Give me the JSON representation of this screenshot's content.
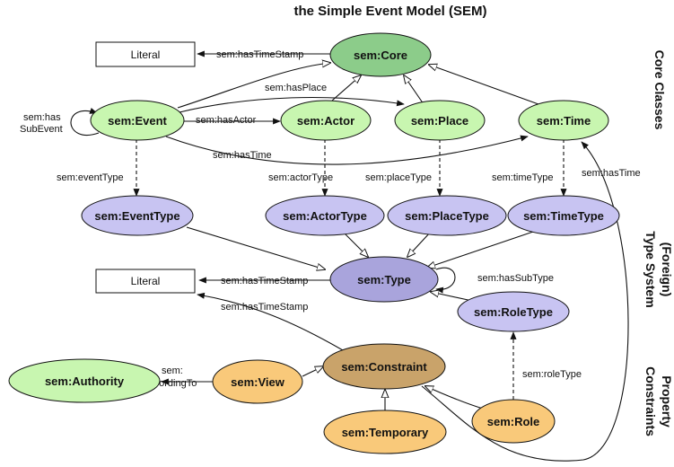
{
  "title": "the Simple Event Model (SEM)",
  "sections": {
    "core": "Core Classes",
    "type_line1": "(Foreign)",
    "type_line2": "Type System",
    "prop_line1": "Property",
    "prop_line2": "Constraints"
  },
  "nodes": {
    "core": "sem:Core",
    "event": "sem:Event",
    "actor": "sem:Actor",
    "place": "sem:Place",
    "time": "sem:Time",
    "event_type": "sem:EventType",
    "actor_type": "sem:ActorType",
    "place_type": "sem:PlaceType",
    "time_type": "sem:TimeType",
    "type": "sem:Type",
    "role_type": "sem:RoleType",
    "authority": "sem:Authority",
    "view": "sem:View",
    "constraint": "sem:Constraint",
    "temporary": "sem:Temporary",
    "role": "sem:Role",
    "literal_top": "Literal",
    "literal_mid": "Literal"
  },
  "edges": {
    "has_time_stamp_core": "sem:hasTimeStamp",
    "has_place": "sem:hasPlace",
    "has_sub_event_1": "sem:has",
    "has_sub_event_2": "SubEvent",
    "has_actor": "sem:hasActor",
    "has_time": "sem:hasTime",
    "event_type": "sem:eventType",
    "actor_type": "sem:actorType",
    "place_type": "sem:placeType",
    "time_type": "sem:timeType",
    "has_time_role": "sem:hasTime",
    "has_time_stamp_type": "sem:hasTimeStamp",
    "has_sub_type": "sem:hasSubType",
    "has_time_stamp_constraint": "sem:hasTimeStamp",
    "according_to_1": "sem:",
    "according_to_2": "accordingTo",
    "role_type": "sem:roleType"
  },
  "colors": {
    "core_fill": "#8ccc8a",
    "class_fill": "#c8f6b0",
    "type_fill": "#c8c4f2",
    "type_main_fill": "#a9a4dc",
    "constraint_fill": "#c9a36a",
    "property_fill": "#f9c97a"
  }
}
